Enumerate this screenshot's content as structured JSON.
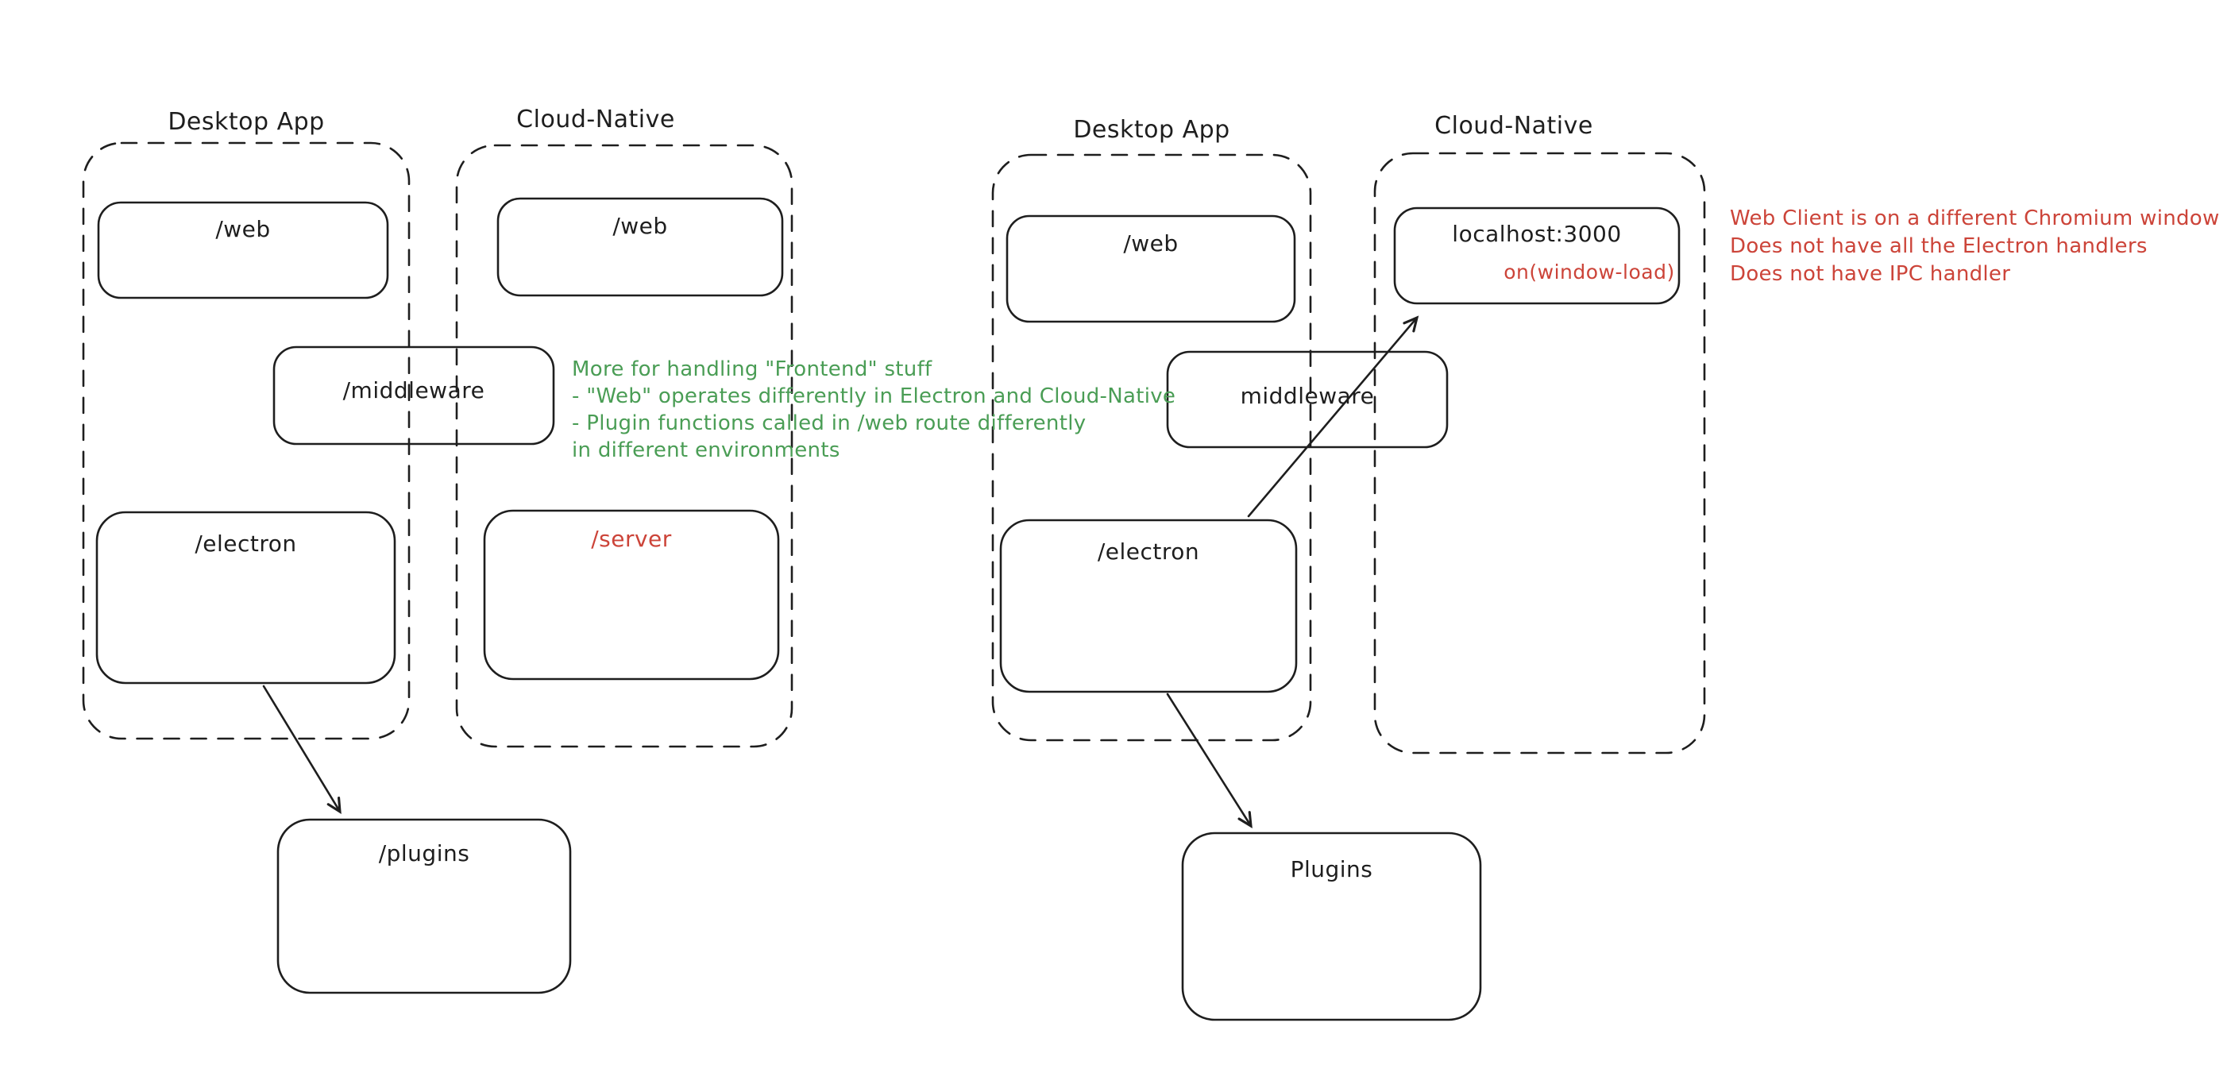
{
  "colors": {
    "background": "#ffffff",
    "stroke": "#1e1e1e",
    "green": "#4a9d55",
    "red": "#cc4439"
  },
  "left": {
    "desktop_label": "Desktop App",
    "cloud_label": "Cloud-Native",
    "web_desktop": "/web",
    "web_cloud": "/web",
    "middleware": "/middleware",
    "electron": "/electron",
    "server": "/server",
    "plugins": "/plugins"
  },
  "green_note": {
    "lines": [
      "More for handling \"Frontend\" stuff",
      "- \"Web\" operates differently in Electron and Cloud-Native",
      "- Plugin functions called in /web route differently",
      "in different environments"
    ]
  },
  "right": {
    "desktop_label": "Desktop App",
    "cloud_label": "Cloud-Native",
    "web": "/web",
    "localhost": "localhost:3000",
    "window_load": "on(window-load)",
    "middleware": "middleware",
    "electron": "/electron",
    "plugins": "Plugins"
  },
  "red_note": {
    "lines": [
      "Web Client is on a different Chromium window",
      "Does not have all the Electron handlers",
      "Does not have IPC handler"
    ]
  }
}
